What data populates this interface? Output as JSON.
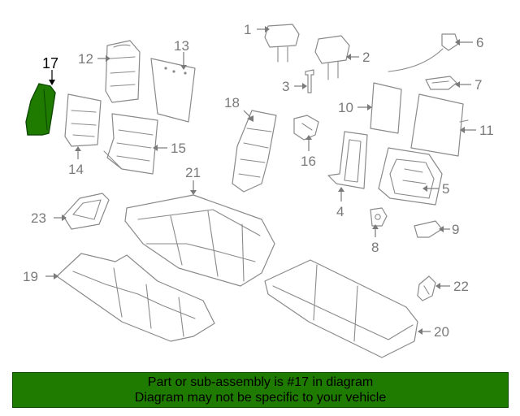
{
  "diagram": {
    "callouts": [
      "1",
      "2",
      "3",
      "4",
      "5",
      "6",
      "7",
      "8",
      "9",
      "10",
      "11",
      "12",
      "13",
      "14",
      "15",
      "16",
      "17",
      "18",
      "19",
      "20",
      "21",
      "22",
      "23"
    ],
    "highlighted_part": "17",
    "colors": {
      "highlight_fill": "#1f7a00",
      "line_color": "#8a8a8a",
      "label_color": "#7a7a7a",
      "banner_background": "#1f7a00"
    }
  },
  "banner": {
    "line1": "Part or sub-assembly is #17 in diagram",
    "line2": "Diagram may not be specific to your vehicle"
  }
}
